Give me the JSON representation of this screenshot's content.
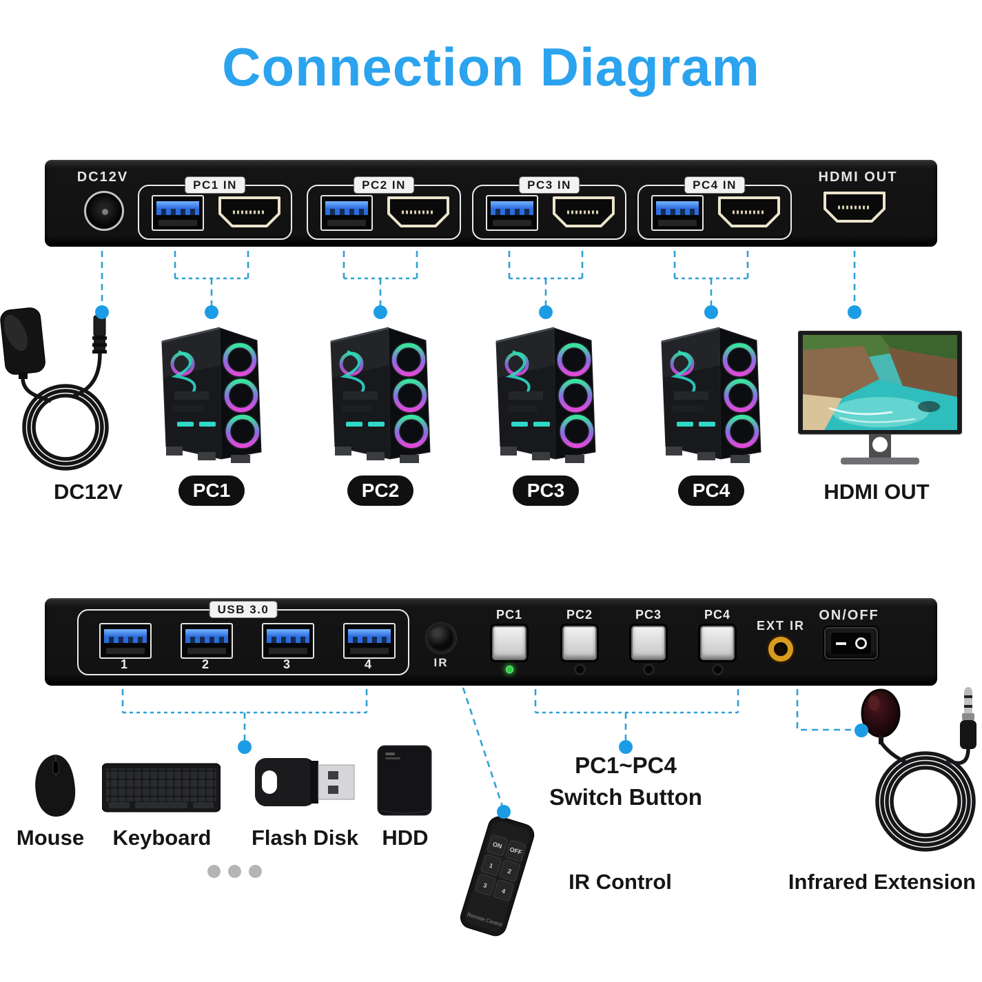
{
  "title": "Connection Diagram",
  "colors": {
    "accent": "#2ba3ee",
    "line": "#2f9fd6",
    "dot": "#1c9ce4",
    "panel": "#121212"
  },
  "top_panel": {
    "dc_label": "DC12V",
    "groups": [
      {
        "label": "PC1 IN"
      },
      {
        "label": "PC2 IN"
      },
      {
        "label": "PC3 IN"
      },
      {
        "label": "PC4 IN"
      }
    ],
    "hdmi_out_label": "HDMI OUT"
  },
  "captions": {
    "dc": "DC12V",
    "pcs": [
      "PC1",
      "PC2",
      "PC3",
      "PC4"
    ],
    "hdmi": "HDMI OUT"
  },
  "bottom_panel": {
    "usb_group_label": "USB 3.0",
    "usb_port_numbers": [
      "1",
      "2",
      "3",
      "4"
    ],
    "ir_label": "IR",
    "button_labels": [
      "PC1",
      "PC2",
      "PC3",
      "PC4"
    ],
    "ext_ir_label": "EXT IR",
    "power_label": "ON/OFF"
  },
  "bottom_row": {
    "device_labels": [
      "Mouse",
      "Keyboard",
      "Flash Disk",
      "HDD"
    ],
    "switch_caption": {
      "line1": "PC1~PC4",
      "line2": "Switch Button"
    },
    "ir_control_label": "IR Control",
    "infrared_extension_label": "Infrared Extension"
  },
  "remote": {
    "buttons": [
      "ON",
      "OFF",
      "1",
      "2",
      "3",
      "4"
    ],
    "label": "Remote Control"
  }
}
